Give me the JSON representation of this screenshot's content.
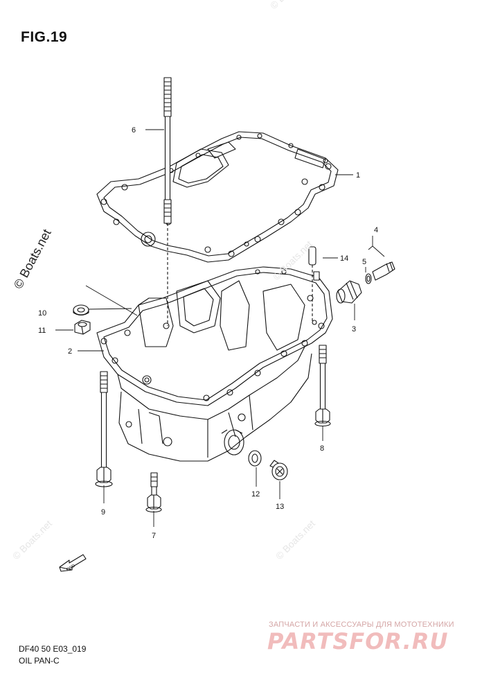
{
  "figure": {
    "title": "FIG.19",
    "code": "DF40 50 E03_019",
    "caption": "OIL PAN-C"
  },
  "watermark": {
    "text": "© Boats.net"
  },
  "arrow_label": "FWD",
  "brand": {
    "tagline": "ЗАПЧАСТИ И АКСЕССУАРЫ ДЛЯ МОТОТЕХНИКИ",
    "name": "PARTSFOR.RU",
    "color": "#f1bcbc"
  },
  "callouts": [
    "1",
    "2",
    "3",
    "4",
    "5",
    "6",
    "7",
    "8",
    "9",
    "10",
    "11",
    "12",
    "13",
    "14"
  ]
}
